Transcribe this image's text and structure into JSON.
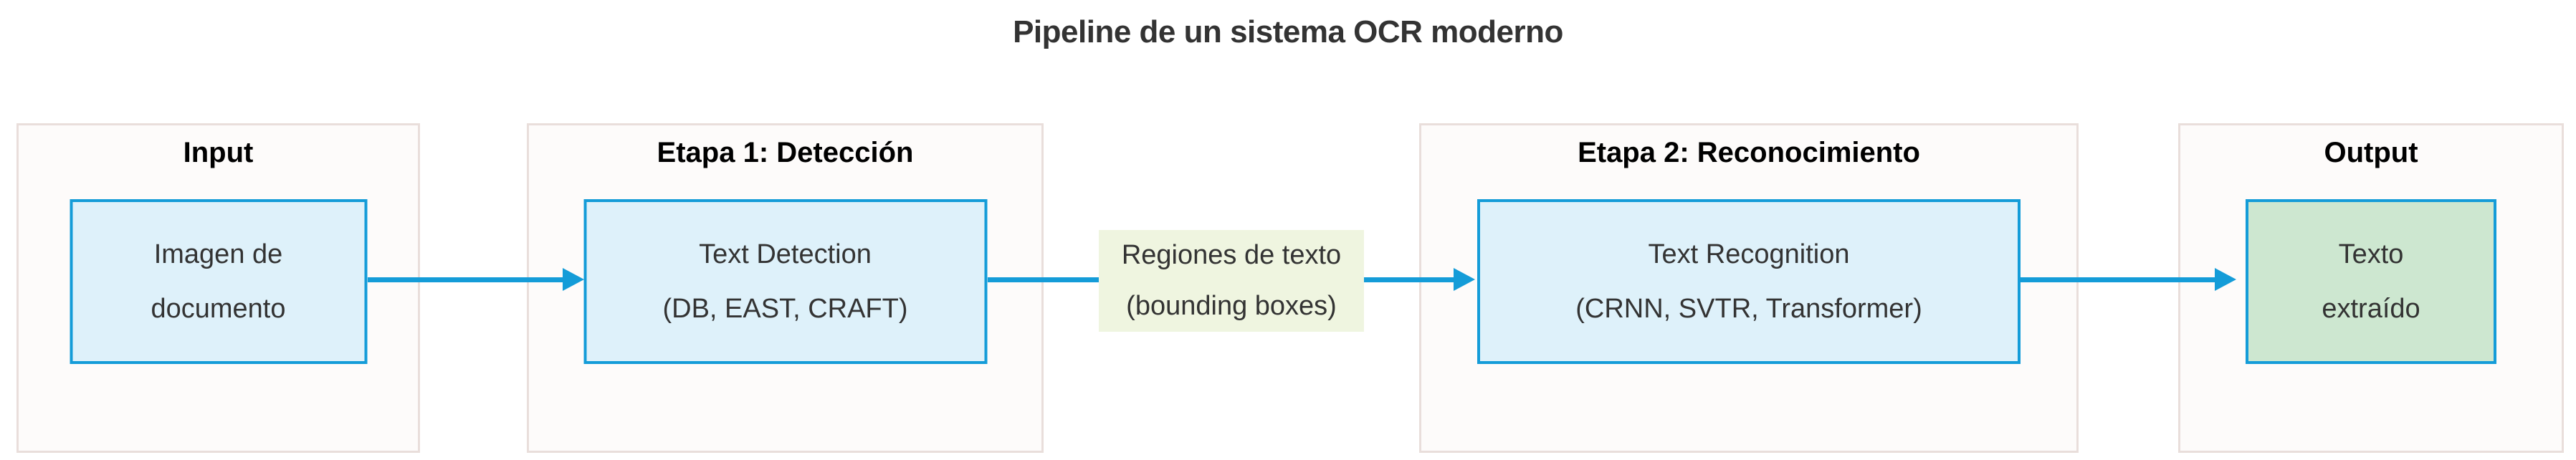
{
  "title": "Pipeline de un sistema OCR moderno",
  "diagram": {
    "type": "flowchart-left-to-right",
    "clusters": [
      {
        "label": "Input",
        "node": {
          "lines": [
            "Imagen de",
            "documento"
          ],
          "fill": "blue"
        }
      },
      {
        "label": "Etapa 1: Detección",
        "node": {
          "lines": [
            "Text Detection",
            "(DB, EAST, CRAFT)"
          ],
          "fill": "blue"
        }
      },
      {
        "label": "Etapa 2: Reconocimiento",
        "node": {
          "lines": [
            "Text Recognition",
            "(CRNN, SVTR, Transformer)"
          ],
          "fill": "blue"
        }
      },
      {
        "label": "Output",
        "node": {
          "lines": [
            "Texto",
            "extraído"
          ],
          "fill": "green"
        }
      }
    ],
    "edges": [
      {
        "from": "Imagen de documento",
        "to": "Text Detection",
        "label": ""
      },
      {
        "from": "Text Detection",
        "to": "Text Recognition",
        "label": "Regiones de texto (bounding boxes)"
      },
      {
        "from": "Text Recognition",
        "to": "Texto extraído",
        "label": ""
      }
    ],
    "edge_label": {
      "lines": [
        "Regiones de texto",
        "(bounding boxes)"
      ]
    }
  },
  "colors": {
    "accent_blue": "#149cd8",
    "node_fill_blue": "#def1fa",
    "node_fill_green": "#cde7d0",
    "cluster_fill": "#fdfbfa",
    "cluster_border": "#e9dedb",
    "edge_label_bg": "#eff5e0",
    "text_dark": "#333333",
    "cluster_label_color": "#000000"
  }
}
